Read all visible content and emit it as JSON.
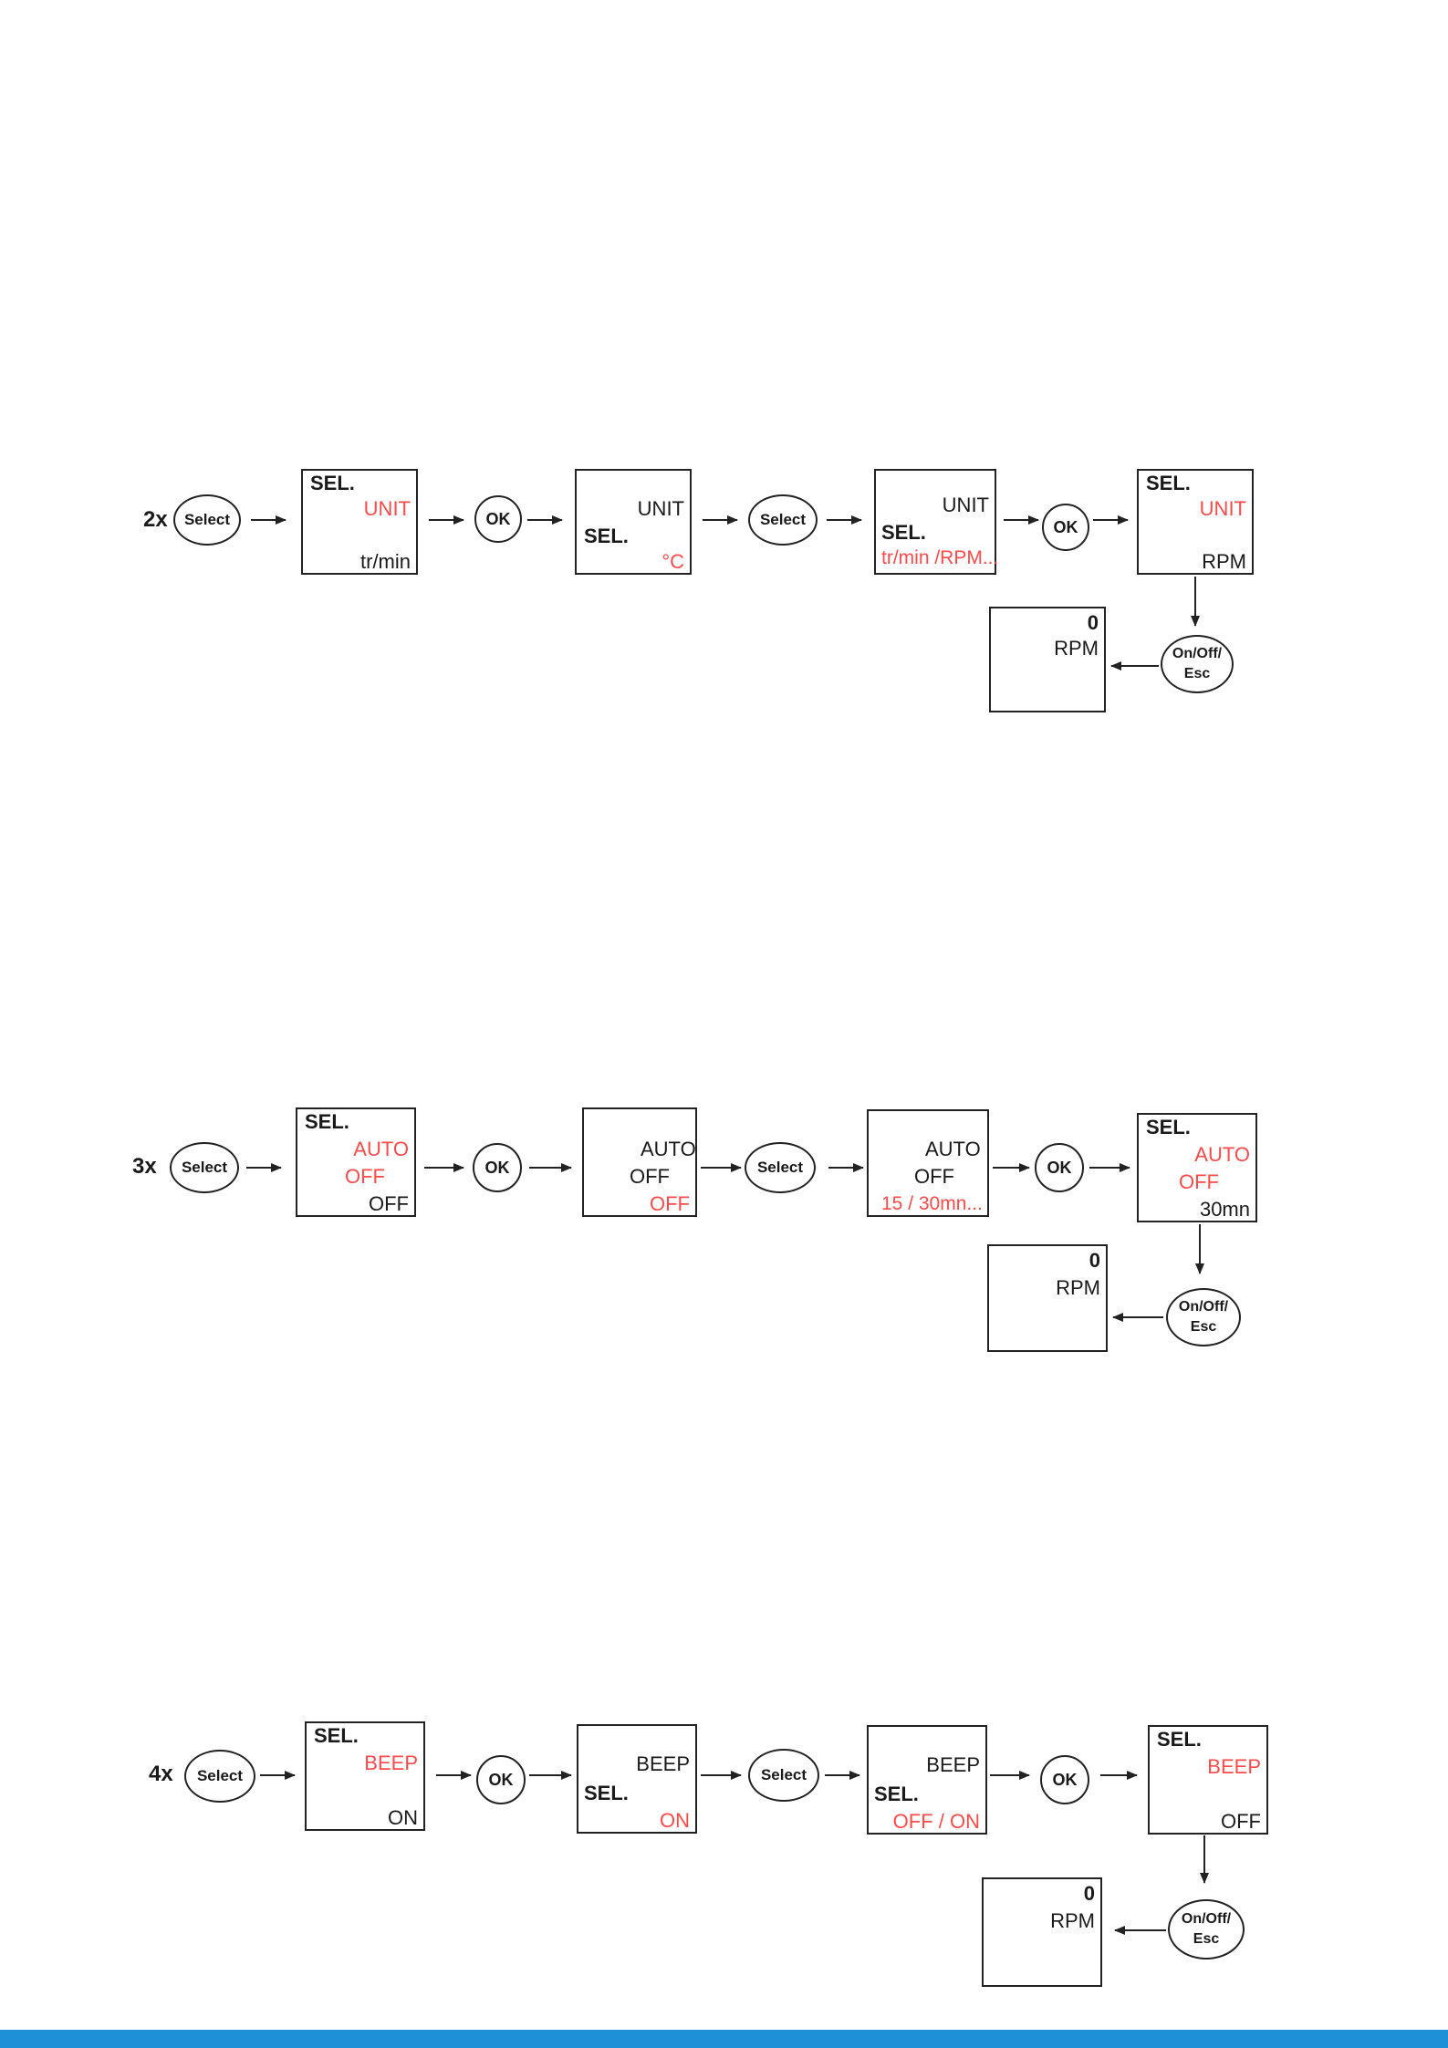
{
  "colors": {
    "accent_red": "#ff4a4a",
    "footer_blue": "#1e90d8",
    "ink": "#1a1a1a"
  },
  "buttons": {
    "select": "Select",
    "ok": "OK",
    "esc_line1": "On/Off/",
    "esc_line2": "Esc"
  },
  "rows": [
    {
      "prefix": "2x",
      "screens": [
        {
          "sel": "SEL.",
          "title": "UNIT",
          "value": "tr/min"
        },
        {
          "title": "UNIT",
          "sel": "SEL.",
          "value": "°C"
        },
        {
          "title": "UNIT",
          "sel": "SEL.",
          "value": "tr/min /RPM..."
        },
        {
          "sel": "SEL.",
          "title": "UNIT",
          "value": "RPM"
        }
      ],
      "result": {
        "value": "0",
        "unit": "RPM"
      }
    },
    {
      "prefix": "3x",
      "screens": [
        {
          "sel": "SEL.",
          "title": "AUTO",
          "sub": "OFF",
          "value": "OFF"
        },
        {
          "title": "AUTO",
          "sub": "OFF",
          "value": "OFF"
        },
        {
          "title": "AUTO",
          "sub": "OFF",
          "value": "15 / 30mn..."
        },
        {
          "sel": "SEL.",
          "title": "AUTO",
          "sub": "OFF",
          "value": "30mn"
        }
      ],
      "result": {
        "value": "0",
        "unit": "RPM"
      }
    },
    {
      "prefix": "4x",
      "screens": [
        {
          "sel": "SEL.",
          "title": "BEEP",
          "value": "ON"
        },
        {
          "title": "BEEP",
          "sel": "SEL.",
          "value": "ON"
        },
        {
          "title": "BEEP",
          "sel": "SEL.",
          "value": "OFF / ON"
        },
        {
          "sel": "SEL.",
          "title": "BEEP",
          "value": "OFF"
        }
      ],
      "result": {
        "value": "0",
        "unit": "RPM"
      }
    }
  ]
}
